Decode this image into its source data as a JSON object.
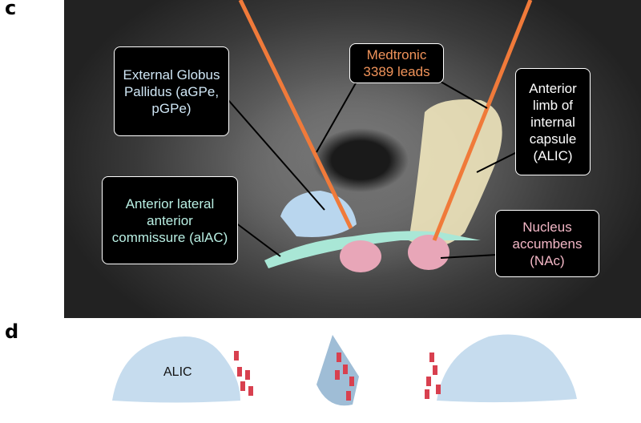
{
  "panels": {
    "c": "c",
    "d": "d"
  },
  "labels": {
    "external_globus_pallidus": "External Globus Pallidus (aGPe, pGPe)",
    "medtronic_leads": "Medtronic 3389 leads",
    "alic": "Anterior limb of internal capsule (ALIC)",
    "alac": "Anterior lateral anterior commissure (alAC)",
    "nac": "Nucleus accumbens (NAc)"
  },
  "panel_d_label": "ALIC",
  "colors": {
    "lead": "#f07a3a",
    "gpe": "#b9d6ee",
    "alac": "#a9e7d6",
    "nac": "#e8a6b8",
    "alic": "#efe6bd",
    "electrode": "#d8404f"
  }
}
